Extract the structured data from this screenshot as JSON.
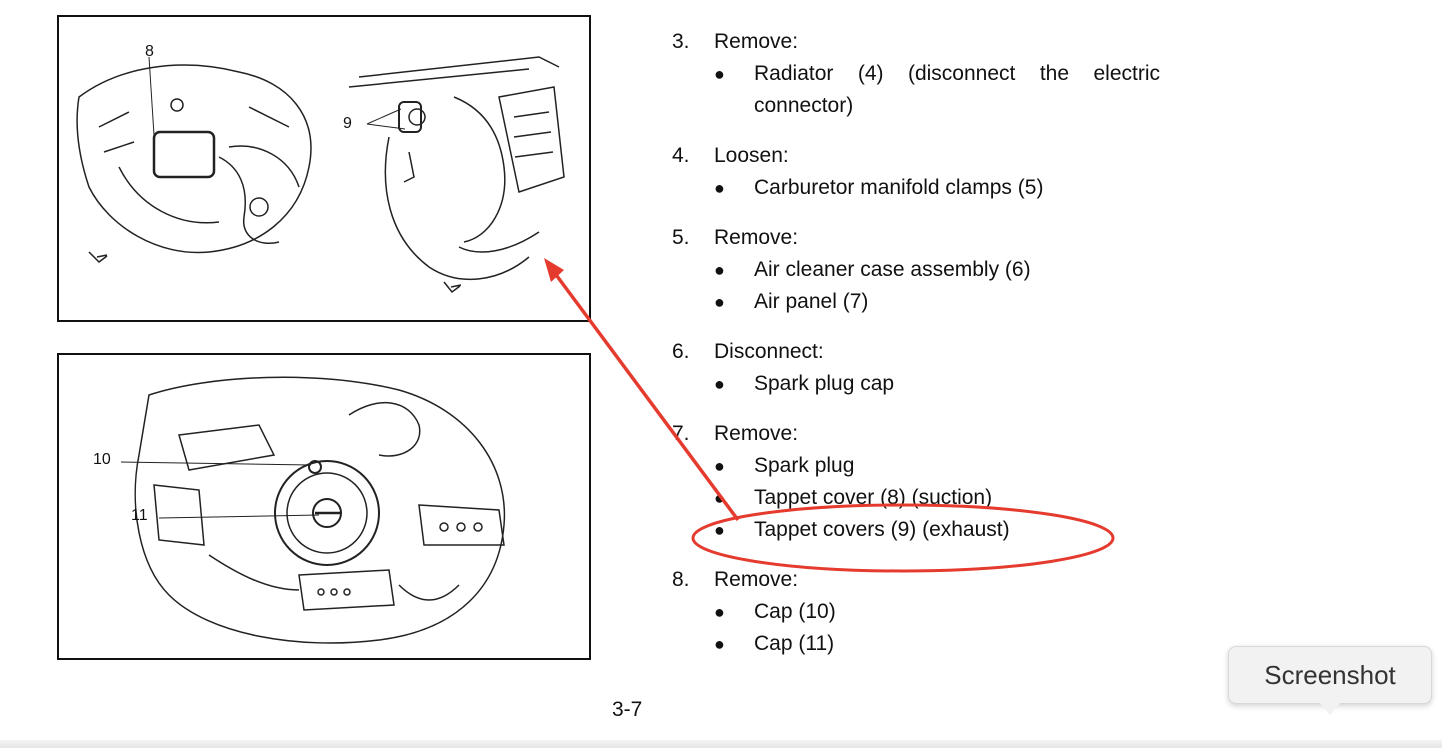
{
  "figures": {
    "top_callouts": [
      "8",
      "9"
    ],
    "bottom_callouts": [
      "10",
      "11"
    ]
  },
  "steps": [
    {
      "num": "3.",
      "action": "Remove:",
      "bullets": [
        "Radiator (4) (disconnect the electric connector)"
      ]
    },
    {
      "num": "4.",
      "action": "Loosen:",
      "bullets": [
        "Carburetor manifold clamps (5)"
      ]
    },
    {
      "num": "5.",
      "action": "Remove:",
      "bullets": [
        "Air cleaner case assembly (6)",
        "Air panel (7)"
      ]
    },
    {
      "num": "6.",
      "action": "Disconnect:",
      "bullets": [
        "Spark plug cap"
      ]
    },
    {
      "num": "7.",
      "action": "Remove:",
      "bullets": [
        "Spark plug",
        "Tappet cover (8) (suction)",
        "Tappet covers (9) (exhaust)"
      ]
    },
    {
      "num": "8.",
      "action": "Remove:",
      "bullets": [
        "Cap (10)",
        "Cap (11)"
      ]
    }
  ],
  "page_number": "3-7",
  "tooltip": {
    "label": "Screenshot"
  },
  "annotation": {
    "color": "#e53a2e"
  },
  "icons": {
    "bullet": "●"
  }
}
